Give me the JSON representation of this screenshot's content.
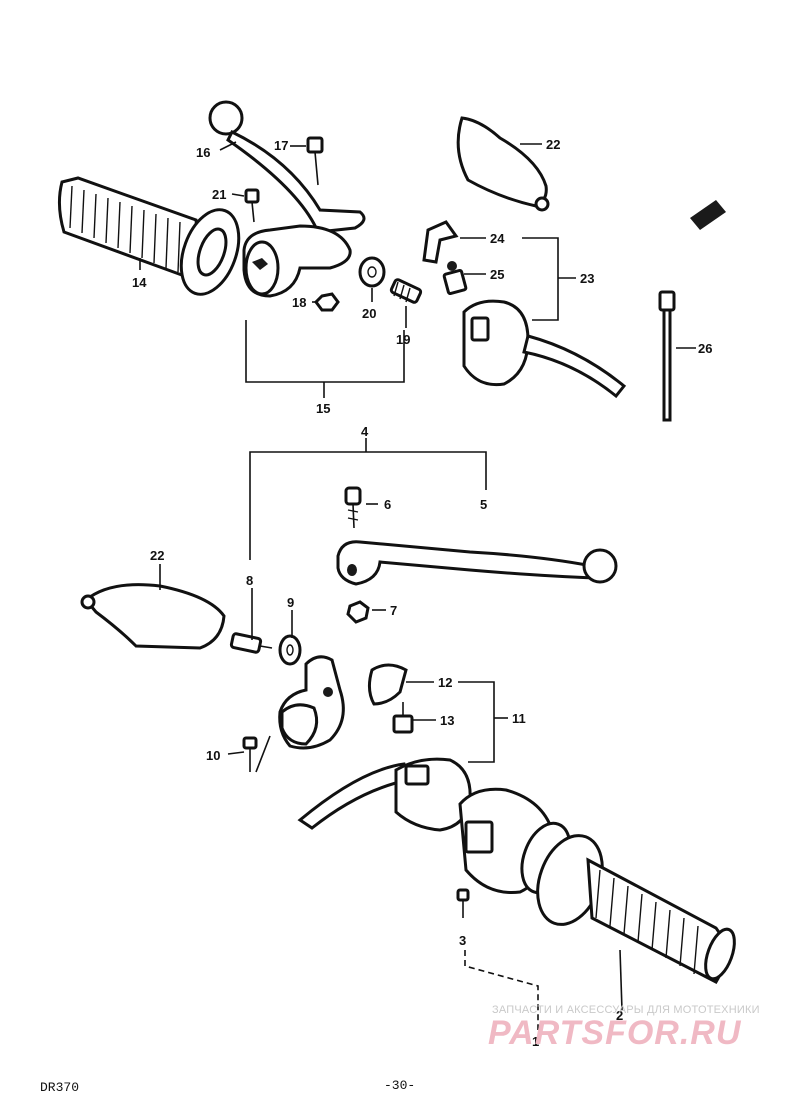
{
  "labels": {
    "p1": "1",
    "p2": "2",
    "p3": "3",
    "p4": "4",
    "p5": "5",
    "p6": "6",
    "p7": "7",
    "p8": "8",
    "p9": "9",
    "p10": "10",
    "p11": "11",
    "p12": "12",
    "p13": "13",
    "p14": "14",
    "p15": "15",
    "p16": "16",
    "p17": "17",
    "p18": "18",
    "p19": "19",
    "p20": "20",
    "p21": "21",
    "p22a": "22",
    "p22b": "22",
    "p23": "23",
    "p24": "24",
    "p25": "25",
    "p26": "26"
  },
  "watermark": {
    "tagline": "ЗАПЧАСТИ И АКСЕССУАРЫ ДЛЯ МОТОТЕХНИКИ",
    "brand": "PARTSFOR.RU"
  },
  "footer": {
    "model": "DR370",
    "page": "-30-"
  }
}
